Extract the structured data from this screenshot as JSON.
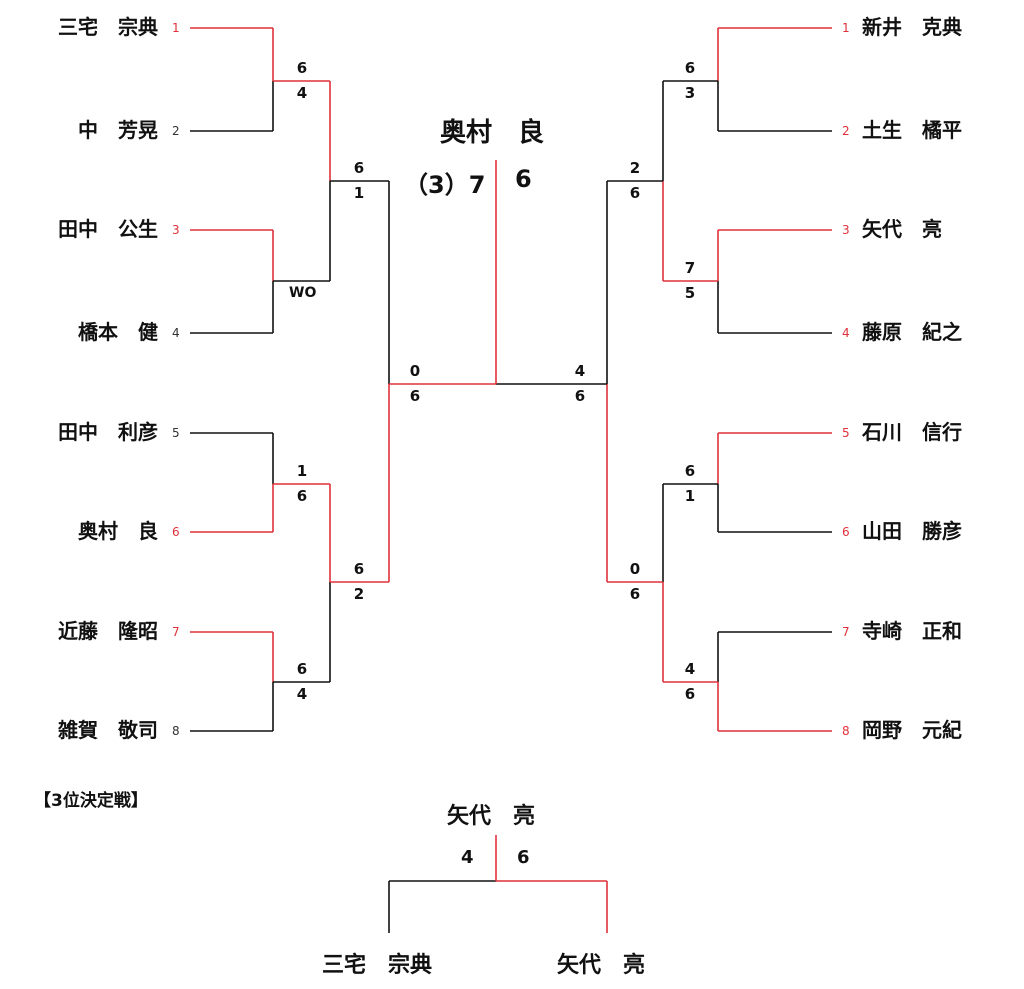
{
  "colors": {
    "win": "#e0303a",
    "line": "#111111"
  },
  "left": {
    "players": [
      {
        "name": "三宅　宗典",
        "seed": "1",
        "won": true
      },
      {
        "name": "中　芳晃",
        "seed": "2",
        "won": false
      },
      {
        "name": "田中　公生",
        "seed": "3",
        "won": true
      },
      {
        "name": "橋本　健",
        "seed": "4",
        "won": false
      },
      {
        "name": "田中　利彦",
        "seed": "5",
        "won": false
      },
      {
        "name": "奥村　良",
        "seed": "6",
        "won": true
      },
      {
        "name": "近藤　隆昭",
        "seed": "7",
        "won": true
      },
      {
        "name": "雑賀　敬司",
        "seed": "8",
        "won": false
      }
    ],
    "r1": [
      {
        "top": "6",
        "bottom": "4"
      },
      {
        "top": "",
        "bottom": "",
        "note": "WO"
      },
      {
        "top": "1",
        "bottom": "6"
      },
      {
        "top": "6",
        "bottom": "4"
      }
    ],
    "r2": [
      {
        "top": "6",
        "bottom": "1"
      },
      {
        "top": "6",
        "bottom": "2"
      }
    ],
    "sf": {
      "top": "0",
      "bottom": "6"
    }
  },
  "right": {
    "players": [
      {
        "name": "新井　克典",
        "seed": "1",
        "won": true
      },
      {
        "name": "土生　橘平",
        "seed": "2",
        "won": false
      },
      {
        "name": "矢代　亮",
        "seed": "3",
        "won": true
      },
      {
        "name": "藤原　紀之",
        "seed": "4",
        "won": false
      },
      {
        "name": "石川　信行",
        "seed": "5",
        "won": true
      },
      {
        "name": "山田　勝彦",
        "seed": "6",
        "won": false
      },
      {
        "name": "寺崎　正和",
        "seed": "7",
        "won": false
      },
      {
        "name": "岡野　元紀",
        "seed": "8",
        "won": true
      }
    ],
    "r1": [
      {
        "top": "6",
        "bottom": "3"
      },
      {
        "top": "7",
        "bottom": "5"
      },
      {
        "top": "6",
        "bottom": "1"
      },
      {
        "top": "4",
        "bottom": "6"
      }
    ],
    "r2": [
      {
        "top": "2",
        "bottom": "6"
      },
      {
        "top": "0",
        "bottom": "6"
      }
    ],
    "sf": {
      "top": "4",
      "bottom": "6"
    }
  },
  "final": {
    "champion": "奥村　良",
    "left_score": "（3）7",
    "right_score": "6"
  },
  "third_place": {
    "heading": "【3位決定戦】",
    "winner": "矢代　亮",
    "left_player": "三宅　宗典",
    "right_player": "矢代　亮",
    "left_score": "4",
    "right_score": "6"
  }
}
